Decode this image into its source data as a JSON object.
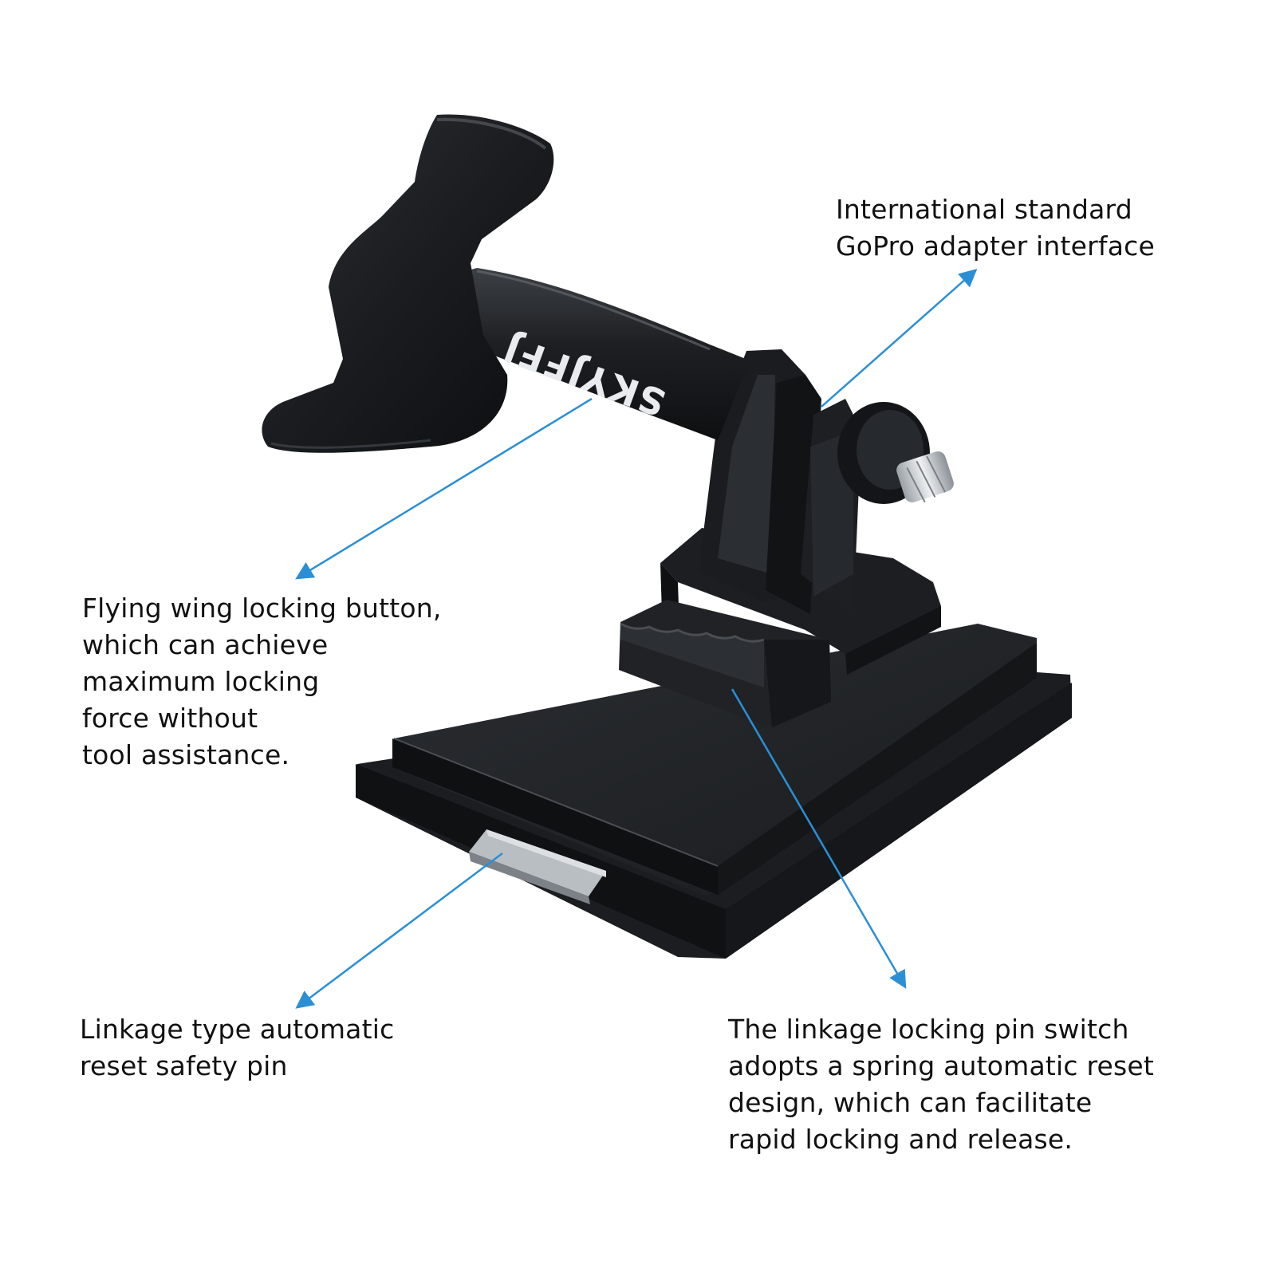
{
  "brand": {
    "logo_text": "SKYJFFJ"
  },
  "callouts": {
    "gopro": "International standard\nGoPro adapter interface",
    "wing": "Flying wing locking button,\nwhich can achieve\nmaximum locking\nforce without\ntool assistance.",
    "pin": "Linkage type automatic\nreset safety pin",
    "switch": "The linkage locking pin switch\nadopts a spring automatic reset\ndesign, which can facilitate\nrapid locking and release."
  },
  "colors": {
    "arrow": "#2b8fd6",
    "metal_dark": "#16181b",
    "metal_mid": "#2a2d31",
    "metal_light": "#3d4146",
    "screw": "#c8ccd0",
    "text": "#111111"
  }
}
